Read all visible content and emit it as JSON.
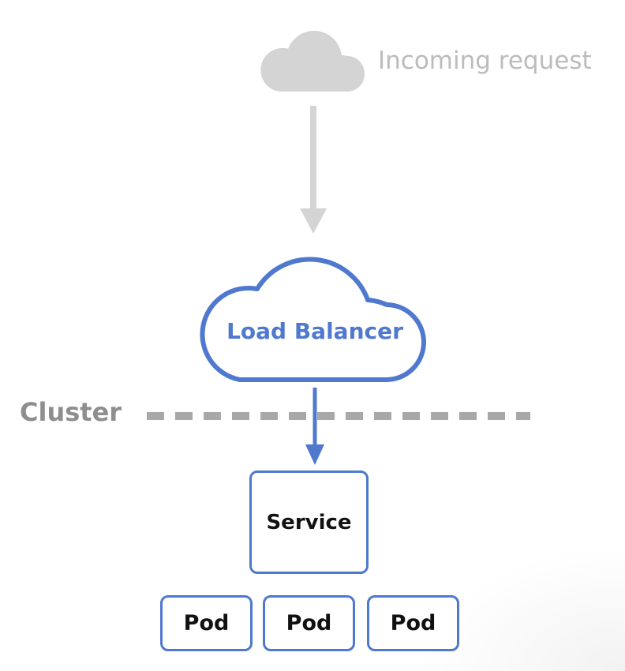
{
  "diagram": {
    "incoming_label": "Incoming request",
    "load_balancer_label": "Load Balancer",
    "cluster_label": "Cluster",
    "service_label": "Service",
    "pods": [
      {
        "label": "Pod"
      },
      {
        "label": "Pod"
      },
      {
        "label": "Pod"
      }
    ]
  },
  "colors": {
    "accent_blue": "#4f78cf",
    "incoming_gray": "#d4d4d4",
    "cluster_gray": "#a8a8a8",
    "text_dark": "#111111"
  }
}
